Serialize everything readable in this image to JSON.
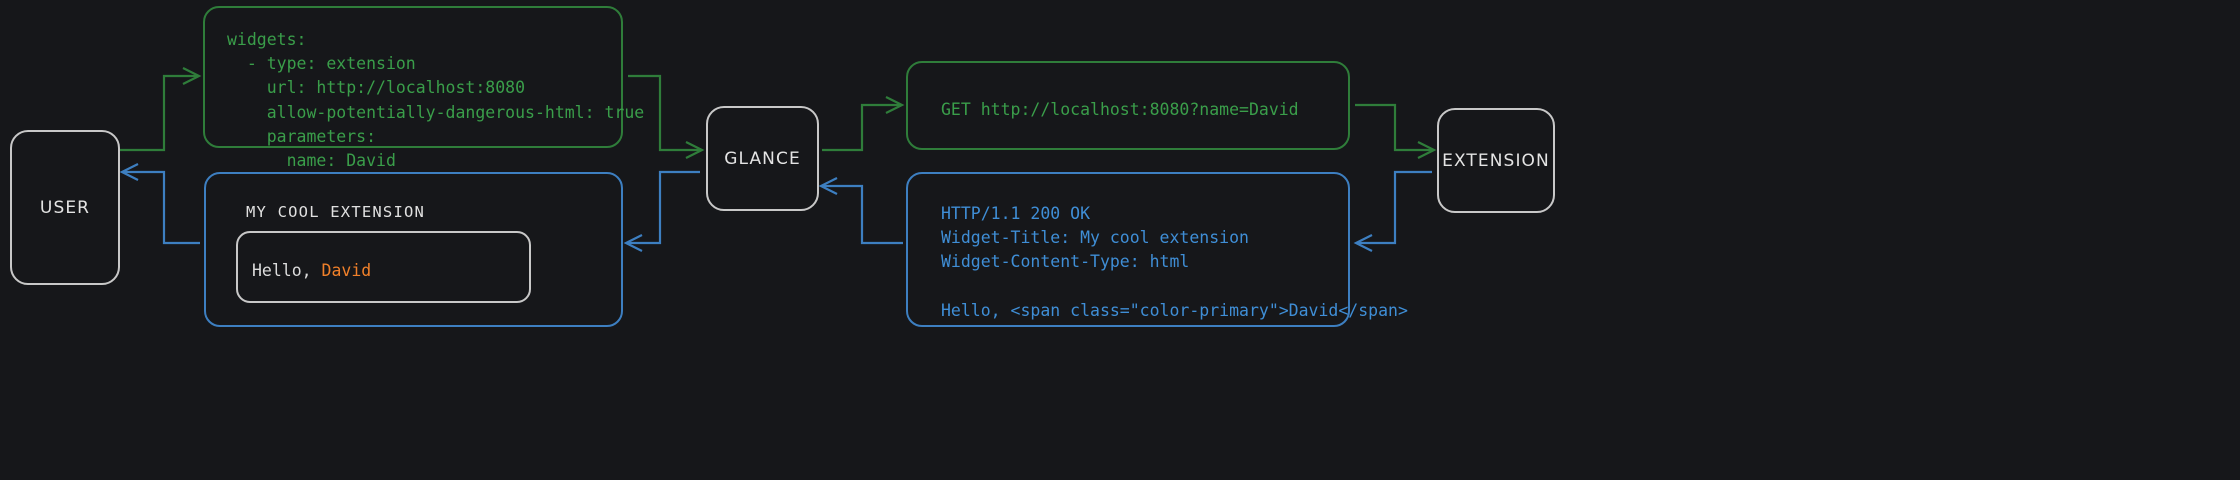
{
  "diagram": {
    "type": "sequence-flow",
    "background_color": "#16171a",
    "actors": [
      {
        "id": "user",
        "label": "USER",
        "border_color": "#c8c8c8"
      },
      {
        "id": "glance",
        "label": "GLANCE",
        "border_color": "#c8c8c8"
      },
      {
        "id": "extension",
        "label": "EXTENSION",
        "border_color": "#c8c8c8"
      }
    ],
    "colors": {
      "request_green": "#3a9e4a",
      "request_border_green": "#2f7d3a",
      "response_blue": "#3f8ed6",
      "response_border_blue": "#3d7fc1",
      "node_border": "#c8c8c8",
      "accent_primary": "#f0802a",
      "text_light": "#e4e4e4"
    },
    "messages": [
      {
        "id": "config",
        "from": "user",
        "to": "glance",
        "direction": "right",
        "color": "green",
        "text": "widgets:\n  - type: extension\n    url: http://localhost:8080\n    allow-potentially-dangerous-html: true\n    parameters:\n      name: David"
      },
      {
        "id": "request",
        "from": "glance",
        "to": "extension",
        "direction": "right",
        "color": "green",
        "text": "GET http://localhost:8080?name=David"
      },
      {
        "id": "response",
        "from": "extension",
        "to": "glance",
        "direction": "left",
        "color": "blue",
        "text": "HTTP/1.1 200 OK\nWidget-Title: My cool extension\nWidget-Content-Type: html\n\nHello, <span class=\"color-primary\">David</span>"
      },
      {
        "id": "widget",
        "from": "glance",
        "to": "user",
        "direction": "left",
        "color": "blue",
        "title": "MY COOL EXTENSION",
        "card": {
          "greeting": "Hello, ",
          "name": "David"
        }
      }
    ]
  }
}
